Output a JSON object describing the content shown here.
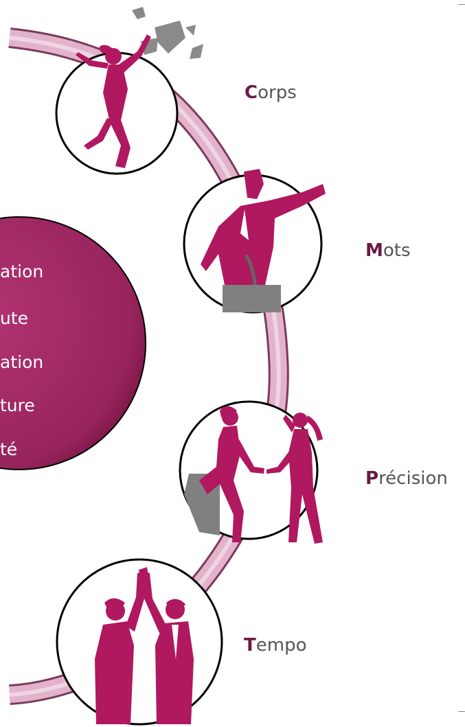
{
  "central": {
    "items": [
      "ation",
      "ute",
      "ation",
      "ture",
      "té"
    ]
  },
  "steps": [
    {
      "initial": "C",
      "rest": "orps"
    },
    {
      "initial": "M",
      "rest": "ots"
    },
    {
      "initial": "P",
      "rest": "récision"
    },
    {
      "initial": "T",
      "rest": "empo"
    }
  ],
  "colors": {
    "primary": "#b0185f",
    "circle_fill": "#9e2a63",
    "connector": "#d9a3c0",
    "label_text": "#555555",
    "label_initial": "#6a1a42"
  },
  "icons": [
    "woman-celebrating-icon",
    "speaker-at-podium-icon",
    "handshake-icon",
    "high-five-icon"
  ]
}
